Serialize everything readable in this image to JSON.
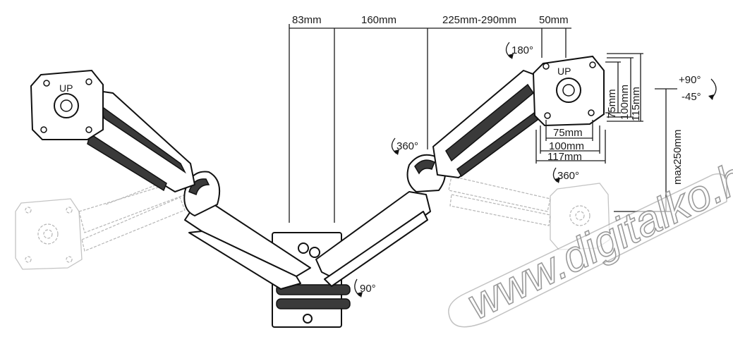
{
  "dimensions": {
    "d83": "83mm",
    "d160": "160mm",
    "d225": "225mm-290mm",
    "d50": "50mm",
    "v75": "75mm",
    "v100": "100mm",
    "v115": "115mm",
    "h75": "75mm",
    "h100": "100mm",
    "h117": "117mm",
    "max250": "max250mm"
  },
  "rotations": {
    "r180": "180°",
    "r360a": "360°",
    "r360b": "360°",
    "r90": "90°",
    "tilt_up": "+90°",
    "tilt_down": "-45°"
  },
  "plate_marks": {
    "up": "UP"
  },
  "watermark": {
    "text": "www.digitalko.hu"
  }
}
